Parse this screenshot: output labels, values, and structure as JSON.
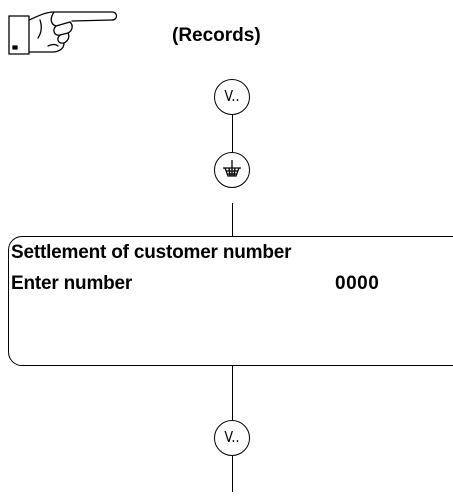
{
  "section": {
    "title": "(Records)"
  },
  "keys": {
    "top_key_label": "V..",
    "basket_key_icon": "basket-key-icon",
    "bottom_key_label": "V.."
  },
  "display": {
    "line1": "Settlement of customer number",
    "line2_label": "Enter number",
    "line2_value": "0000"
  }
}
